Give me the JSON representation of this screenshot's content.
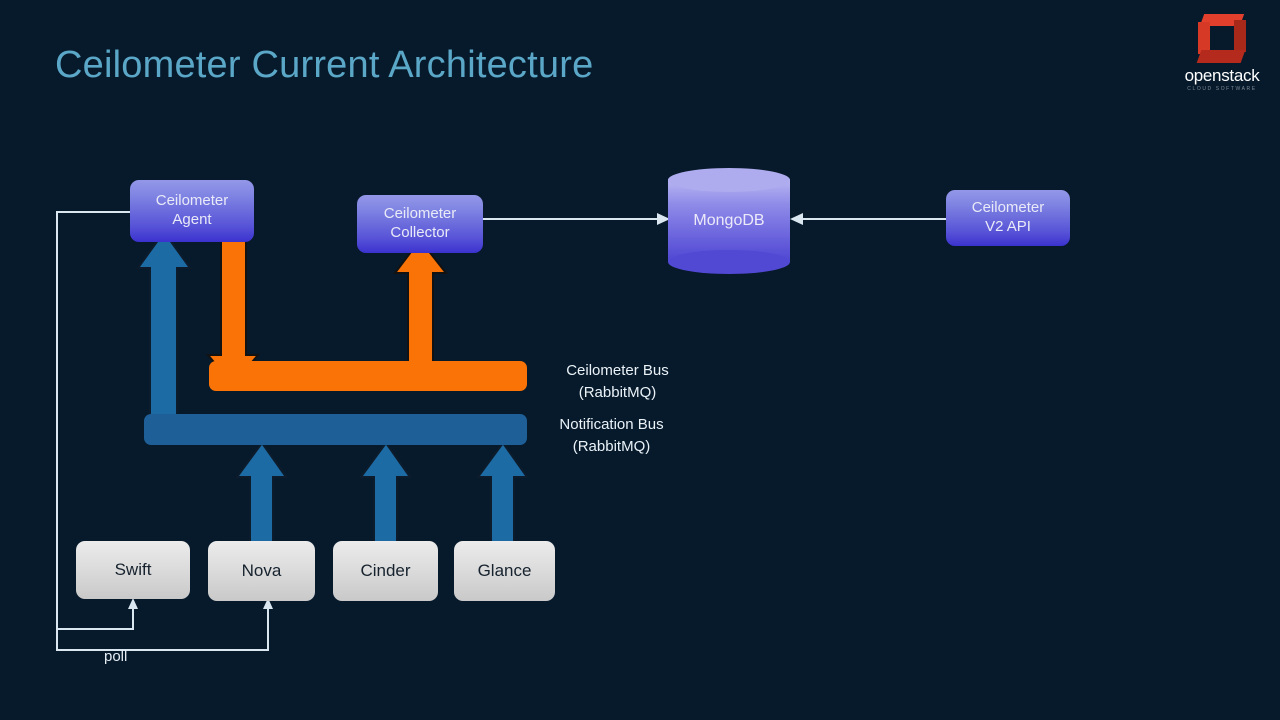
{
  "slide": {
    "title": "Ceilometer Current Architecture",
    "background_color": "#071a2b",
    "title_color": "#5ba7c8"
  },
  "logo": {
    "name": "openstack-logo",
    "wordmark": "openstack",
    "tagline": "CLOUD SOFTWARE",
    "cube_color": "#cf3523"
  },
  "nodes": {
    "agent": {
      "label": "Ceilometer\nAgent",
      "line1": "Ceilometer",
      "line2": "Agent",
      "style": "purple"
    },
    "collector": {
      "label": "Ceilometer\nCollector",
      "line1": "Ceilometer",
      "line2": "Collector",
      "style": "purple"
    },
    "v2api": {
      "label": "Ceilometer\nV2 API",
      "line1": "Ceilometer",
      "line2": "V2 API",
      "style": "purple"
    },
    "mongodb": {
      "label": "MongoDB",
      "style": "cylinder",
      "color": "#6a63dd"
    }
  },
  "services": [
    {
      "label": "Swift"
    },
    {
      "label": "Nova"
    },
    {
      "label": "Cinder"
    },
    {
      "label": "Glance"
    }
  ],
  "buses": {
    "ceilometer": {
      "line1": "Ceilometer Bus",
      "line2": "(RabbitMQ)",
      "color": "#f97306"
    },
    "notification": {
      "line1": "Notification Bus",
      "line2": "(RabbitMQ)",
      "color": "#1d5f96"
    }
  },
  "annotations": {
    "poll": "poll"
  }
}
